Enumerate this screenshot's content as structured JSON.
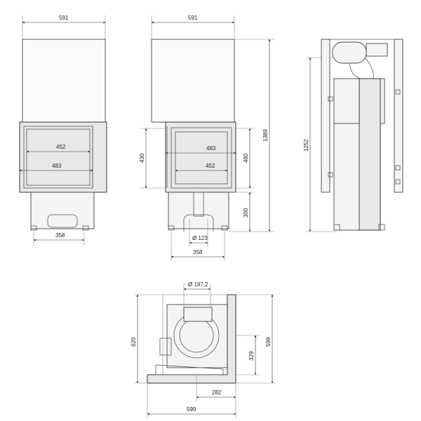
{
  "front_view": {
    "dim_width_top": "591",
    "dim_glass_upper": "452",
    "dim_glass_lower": "483",
    "dim_base": "358"
  },
  "side_view": {
    "dim_width_top": "591",
    "dim_glass_upper": "483",
    "dim_glass_lower": "452",
    "dim_door_height": "430",
    "dim_glass_height": "480",
    "dim_total_height": "1389",
    "dim_base_height": "300",
    "dim_flue_diameter": "Ø 123",
    "dim_base": "358"
  },
  "section_view": {
    "dim_height": "1252"
  },
  "top_view": {
    "dim_flue_diameter": "Ø 197,2",
    "dim_depth_left": "620",
    "dim_depth_right": "599",
    "dim_inner_height": "329",
    "dim_inner_width": "282",
    "dim_width_bottom": "599"
  }
}
